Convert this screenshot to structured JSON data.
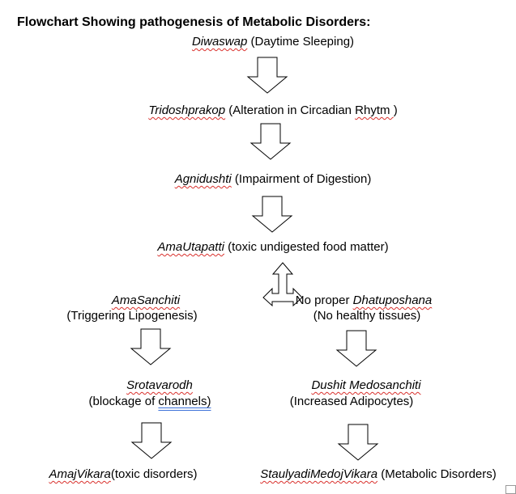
{
  "title": "Flowchart Showing pathogenesis of Metabolic Disorders:",
  "nodes": {
    "diwaswap": {
      "term": "Diwaswap",
      "desc": " (Daytime Sleeping)"
    },
    "tridosh": {
      "term": "Tridoshprakop",
      "desc_pre": " (Alteration in Circadian ",
      "desc_term": "Rhytm ",
      "desc_post": ")"
    },
    "agni": {
      "term": "Agnidushti",
      "desc": " (Impairment of Digestion)"
    },
    "ama": {
      "term": "AmaUtapatti",
      "desc": " (toxic undigested food matter)"
    },
    "amasanchiti": {
      "term": "AmaSanchiti",
      "desc": "(Triggering Lipogenesis)"
    },
    "dhatu": {
      "prefix": "No proper ",
      "term": "Dhatuposhana",
      "desc": "(No healthy tissues)"
    },
    "srotavarodh": {
      "term": "Srotavarodh",
      "desc_pre": "(blockage of ",
      "desc_term": "channels)"
    },
    "dushit": {
      "term": "Dushit Medosanchiti",
      "desc": "(Increased Adipocytes)"
    },
    "amaj": {
      "term": "AmajVikara",
      "desc": "(toxic disorders)"
    },
    "staul": {
      "term": "StaulyadiMedojVikara",
      "desc": " (Metabolic Disorders)"
    }
  }
}
